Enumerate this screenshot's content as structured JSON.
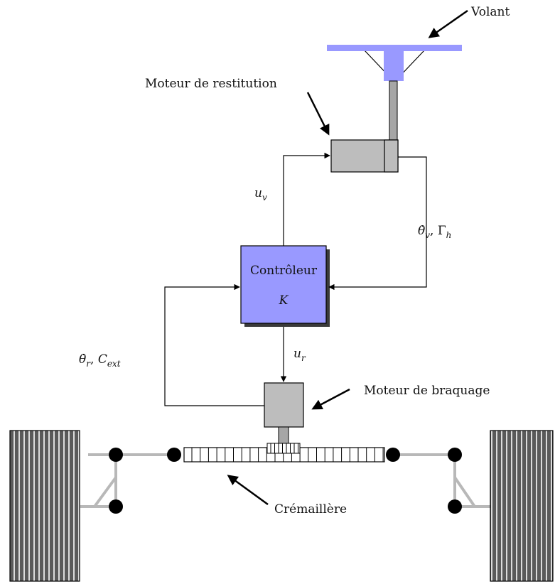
{
  "labels": {
    "volant": "Volant",
    "moteur_restitution": "Moteur de restitution",
    "moteur_braquage": "Moteur de braquage",
    "cremaillere": "Crémaillère",
    "controleur": "Contrôleur",
    "controleur_gain": "K"
  },
  "signals": {
    "u_v": {
      "sym": "u",
      "sub": "v"
    },
    "u_r": {
      "sym": "u",
      "sub": "r"
    },
    "theta_v": {
      "sym": "θ̇",
      "sub": "v",
      "sep": ", ",
      "sym2": "Γ",
      "sub2": "h"
    },
    "theta_r": {
      "sym": "θ̇",
      "sub": "r",
      "sep": ", ",
      "sym2": "C",
      "sub2": "ext"
    }
  },
  "colors": {
    "blue": "#9999ff",
    "motor_gray": "#bdbdbd",
    "shaft_gray": "#a6a6a6",
    "link_gray": "#b8b8b8",
    "tire_dark": "#555555",
    "joint": "#000000"
  }
}
